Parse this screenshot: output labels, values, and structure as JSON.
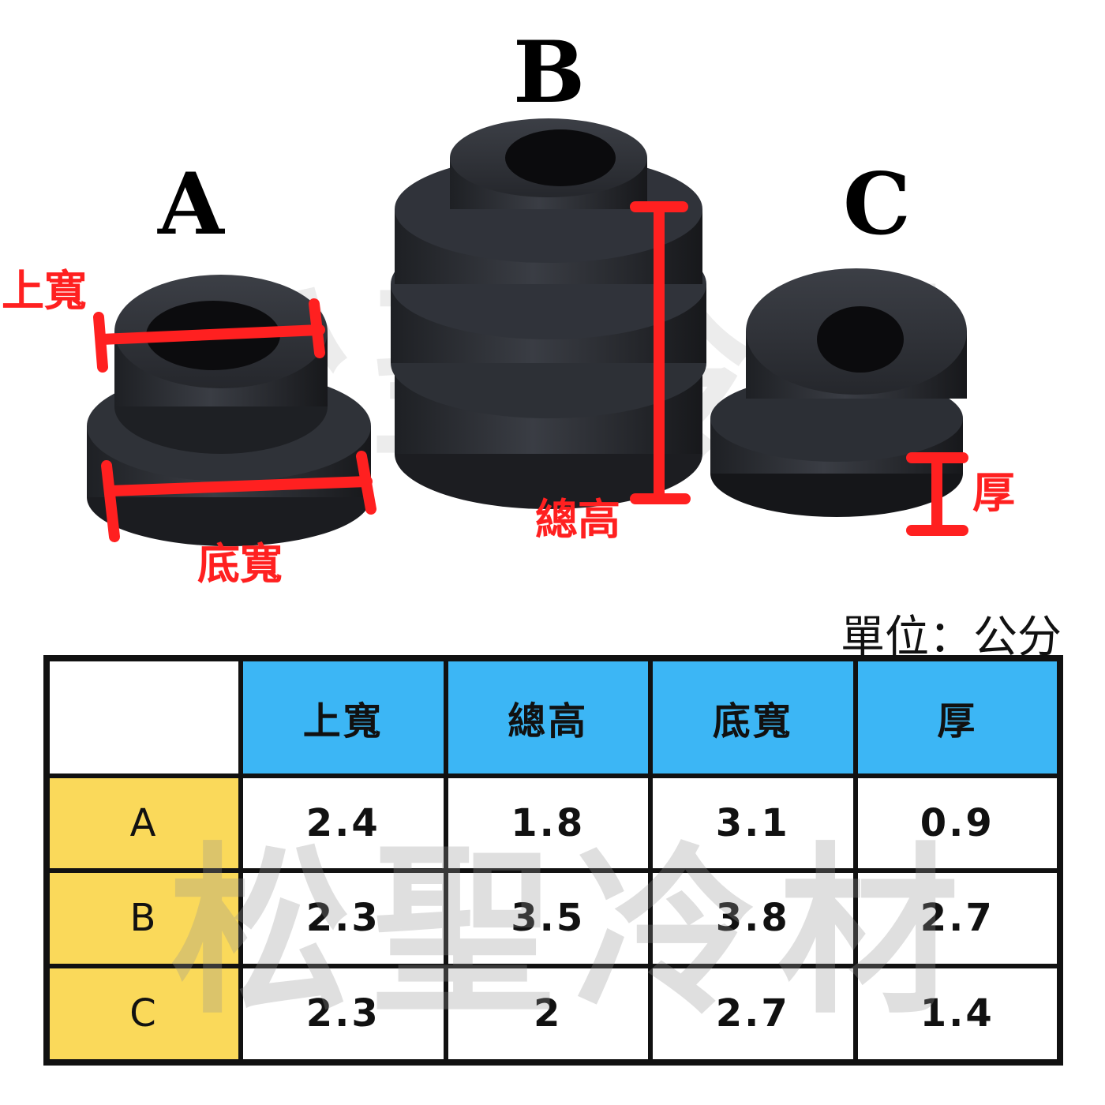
{
  "watermark_chars": [
    "松",
    "聖",
    "冷",
    "材"
  ],
  "parts": [
    {
      "id": "A",
      "label": "A"
    },
    {
      "id": "B",
      "label": "B"
    },
    {
      "id": "C",
      "label": "C"
    }
  ],
  "annotations": {
    "top_width": "上寬",
    "bottom_width": "底寬",
    "total_height": "總高",
    "thickness": "厚"
  },
  "unit_text": "單位：公分",
  "table": {
    "headers": [
      "",
      "上寬",
      "總高",
      "底寬",
      "厚"
    ],
    "rows": [
      {
        "label": "A",
        "values": [
          "2.4",
          "1.8",
          "3.1",
          "0.9"
        ]
      },
      {
        "label": "B",
        "values": [
          "2.3",
          "3.5",
          "3.8",
          "2.7"
        ]
      },
      {
        "label": "C",
        "values": [
          "2.3",
          "2",
          "2.7",
          "1.4"
        ]
      }
    ]
  },
  "colors": {
    "header_blue": "#3cb6f5",
    "row_yellow": "#fad95a",
    "annotation_red": "#ff2020",
    "rubber": "#2a2d33"
  }
}
